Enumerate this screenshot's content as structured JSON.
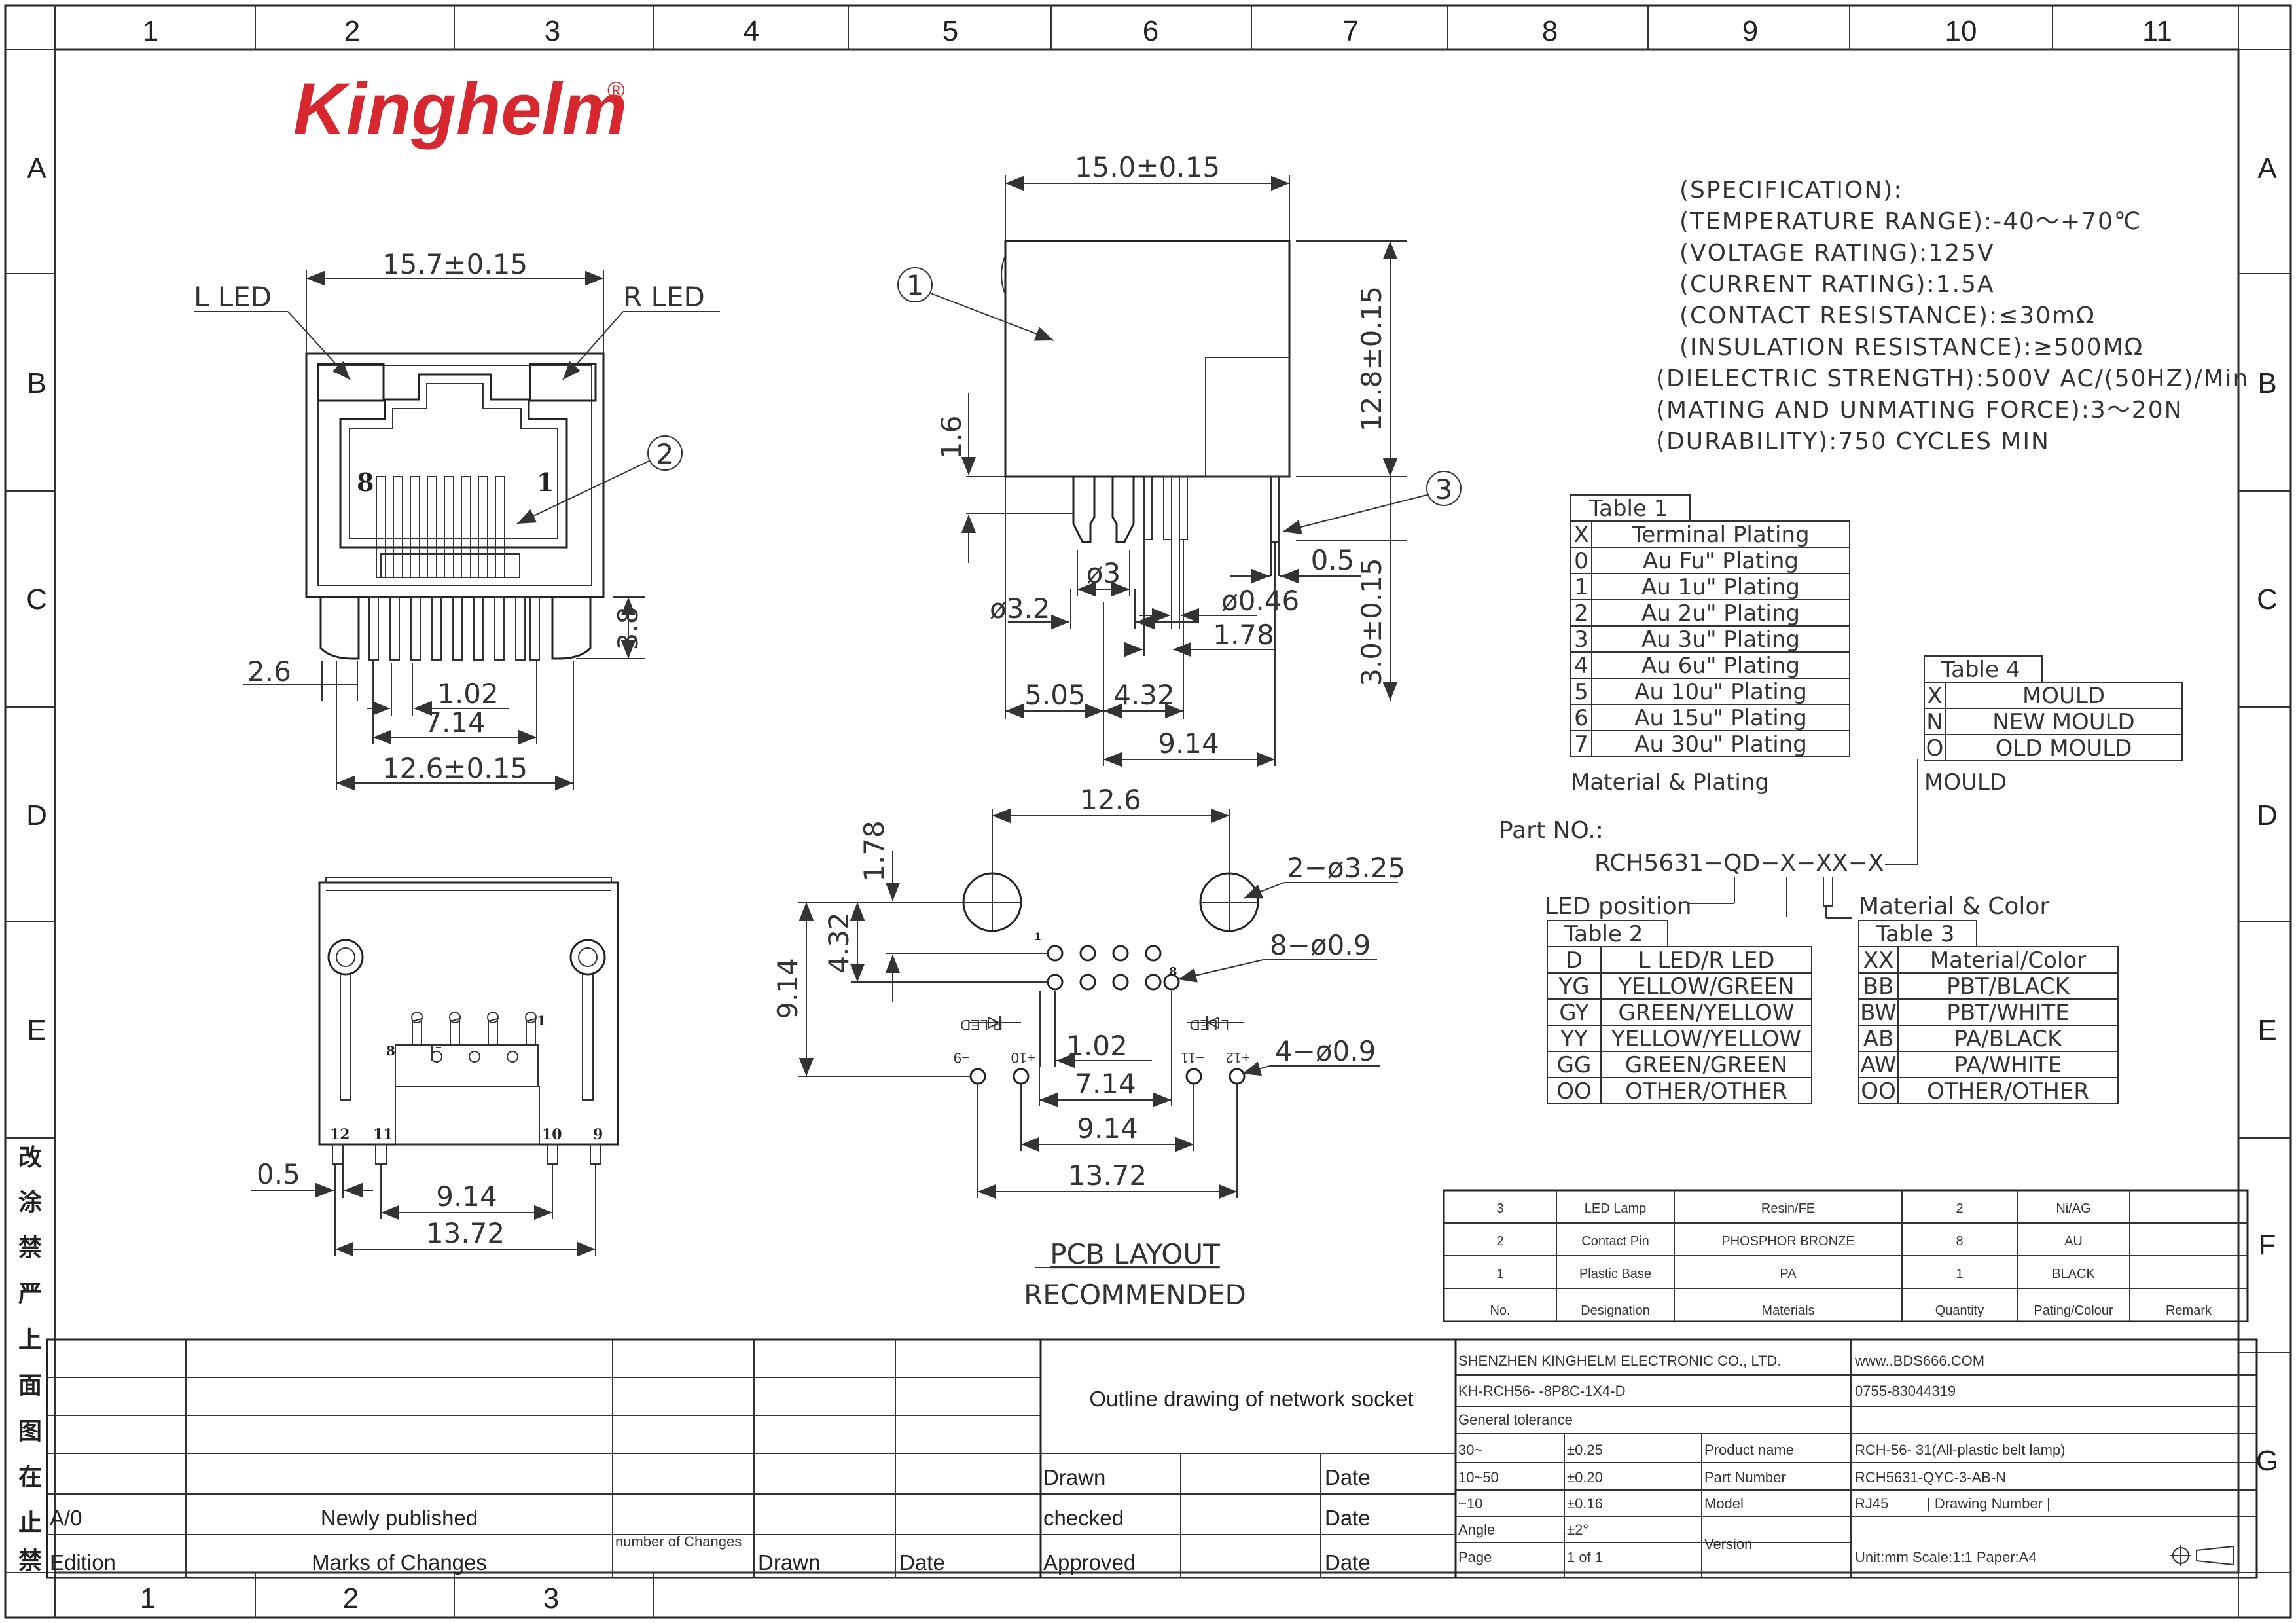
{
  "brand": {
    "logo": "Kinghelm",
    "reg": "®",
    "color": "#d7282f"
  },
  "grid": {
    "cols": [
      "1",
      "2",
      "3",
      "4",
      "5",
      "6",
      "7",
      "8",
      "9",
      "10",
      "11"
    ],
    "rows": [
      "A",
      "B",
      "C",
      "D",
      "E",
      "F",
      "G"
    ],
    "bottom_cols": [
      "1",
      "2",
      "3"
    ],
    "side_chars": [
      "改",
      "涂",
      "禁",
      "严",
      "上",
      "面",
      "图",
      "在",
      "止",
      "禁"
    ]
  },
  "front_view": {
    "width_dim": "15.7±0.15",
    "l_led": "L  LED",
    "r_led": "R  LED",
    "pin8": "8",
    "pin1": "1",
    "balloon": "2",
    "d_2_6": "2.6",
    "d_1_02": "1.02",
    "d_7_14": "7.14",
    "d_12_6": "12.6±0.15",
    "d_3_8": "3.8"
  },
  "side_view": {
    "d_15_0": "15.0±0.15",
    "d_12_8": "12.8±0.15",
    "d_1_6": "1.6",
    "d_3_0": "3.0±0.15",
    "d_0_5": "0.5",
    "d_phi3": "ø3",
    "d_phi3_2": "ø3.2",
    "d_phi0_46": "ø0.46",
    "d_1_78": "1.78",
    "d_5_05": "5.05",
    "d_4_32": "4.32",
    "d_9_14": "9.14",
    "balloon1": "1",
    "balloon3": "3"
  },
  "bottom_view": {
    "p12": "12",
    "p11": "11",
    "p10": "10",
    "p9": "9",
    "p8": "8",
    "p1": "1",
    "d_0_5": "0.5",
    "d_9_14": "9.14",
    "d_13_72": "13.72"
  },
  "pcb": {
    "d_12_6": "12.6",
    "d_1_78": "1.78",
    "d_4_32": "4.32",
    "d_9_14v": "9.14",
    "d_2_325": "2−ø3.25",
    "d_8_09": "8−ø0.9",
    "d_4_09": "4−ø0.9",
    "d_1_02": "1.02",
    "d_7_14": "7.14",
    "d_9_14": "9.14",
    "d_13_72": "13.72",
    "r_led": "R LED",
    "l_led": "L LED",
    "n9": "−9",
    "n10": "+10",
    "n11": "−11",
    "n12": "+12",
    "n1": "1",
    "n8": "8",
    "title": "PCB LAYOUT",
    "subtitle": "RECOMMENDED"
  },
  "specs": [
    "(SPECIFICATIΟN):",
    "(TEMPERATURE  RANGE):-40～+70℃",
    "(VΟLTAGE  RATING):125V",
    "(CURRENT  RATING):1.5A",
    "(CΟNTACT  RESISTANCE):≤30mΩ",
    "(INSULATIΟN  RESISTANCE):≥500MΩ",
    "(DIELECTRIC  STRENGTH):500V  AC/(50HZ)/Min",
    "(MATING  AND  UNMATING  FΟRCE):3～20N",
    "(DURABILITY):750  CYCLES  MIN"
  ],
  "table1": {
    "title": "Table 1",
    "header": [
      "X",
      "Terminal Plating"
    ],
    "rows": [
      [
        "0",
        "Au Fu\" Plating"
      ],
      [
        "1",
        "Au 1u\" Plating"
      ],
      [
        "2",
        "Au 2u\" Plating"
      ],
      [
        "3",
        "Au 3u\" Plating"
      ],
      [
        "4",
        "Au 6u\" Plating"
      ],
      [
        "5",
        "Au 10u\" Plating"
      ],
      [
        "6",
        "Au 15u\" Plating"
      ],
      [
        "7",
        "Au 30u\" Plating"
      ]
    ],
    "caption": "Material & Plating"
  },
  "table4": {
    "title": "Table 4",
    "rows": [
      [
        "X",
        "MOULD"
      ],
      [
        "N",
        "NEW MOULD"
      ],
      [
        "O",
        "OLD MOULD"
      ]
    ],
    "caption": "MOULD"
  },
  "partno": {
    "label": "Part NO.:",
    "code": "RCH5631−QD−X−XX−X",
    "led_pos": "LED position",
    "mat_color": "Material & Color"
  },
  "table2": {
    "title": "Table 2",
    "rows": [
      [
        "D",
        "L LED/R LED"
      ],
      [
        "YG",
        "YELLOW/GREEN"
      ],
      [
        "GY",
        "GREEN/YELLOW"
      ],
      [
        "YY",
        "YELLOW/YELLOW"
      ],
      [
        "GG",
        "GREEN/GREEN"
      ],
      [
        "OO",
        "OTHER/OTHER"
      ]
    ]
  },
  "table3": {
    "title": "Table 3",
    "rows": [
      [
        "XX",
        "Material/Color"
      ],
      [
        "BB",
        "PBT/BLACK"
      ],
      [
        "BW",
        "PBT/WHITE"
      ],
      [
        "AB",
        "PA/BLACK"
      ],
      [
        "AW",
        "PA/WHITE"
      ],
      [
        "OO",
        "OTHER/OTHER"
      ]
    ]
  },
  "bom": {
    "rows": [
      [
        "3",
        "LED Lamp",
        "Resin/FE",
        "2",
        "Ni/AG",
        ""
      ],
      [
        "2",
        "Contact Pin",
        "PHOSPHOR BRONZE",
        "8",
        "AU",
        ""
      ],
      [
        "1",
        "Plastic Base",
        "PA",
        "1",
        "BLACK",
        ""
      ]
    ],
    "header": [
      "No.",
      "Designation",
      "Materials",
      "Quantity",
      "Pating/Colour",
      "Remark"
    ]
  },
  "title_block": {
    "drawing_title": "Outline drawing of network socket",
    "rev_row": {
      "edition": "A/0",
      "change": "Newly published"
    },
    "hdr": {
      "edition": "Edition",
      "marks": "Marks of Changes",
      "number": "number of Changes",
      "drawn": "Drawn",
      "date": "Date"
    },
    "sign": {
      "drawn": "Drawn",
      "checked": "checked",
      "approved": "Approved",
      "date": "Date"
    },
    "company": "SHENZHEN KINGHELM ELECTRONIC CO., LTD.",
    "website": "www..BDS666.COM",
    "doc": "KH-RCH56-  -8P8C-1X4-D",
    "phone": "0755-83044319",
    "gen_tol": "General tolerance",
    "tol": [
      [
        "30~",
        "±0.25"
      ],
      [
        "10~50",
        "±0.20"
      ],
      [
        "~10",
        "±0.16"
      ],
      [
        "Angle",
        "±2°"
      ],
      [
        "Page",
        "1 of 1"
      ]
    ],
    "fields": {
      "product_name_l": "Product name",
      "product_name": "RCH-56- 31(All-plastic belt lamp)",
      "part_number_l": "Part Number",
      "part_number": "RCH5631-QYC-3-AB-N",
      "model_l": "Model",
      "model": "RJ45",
      "drawing_no": "| Drawing Number |",
      "version_l": "Version",
      "unit": "Unit:mm   Scale:1:1    Paper:A4"
    }
  }
}
